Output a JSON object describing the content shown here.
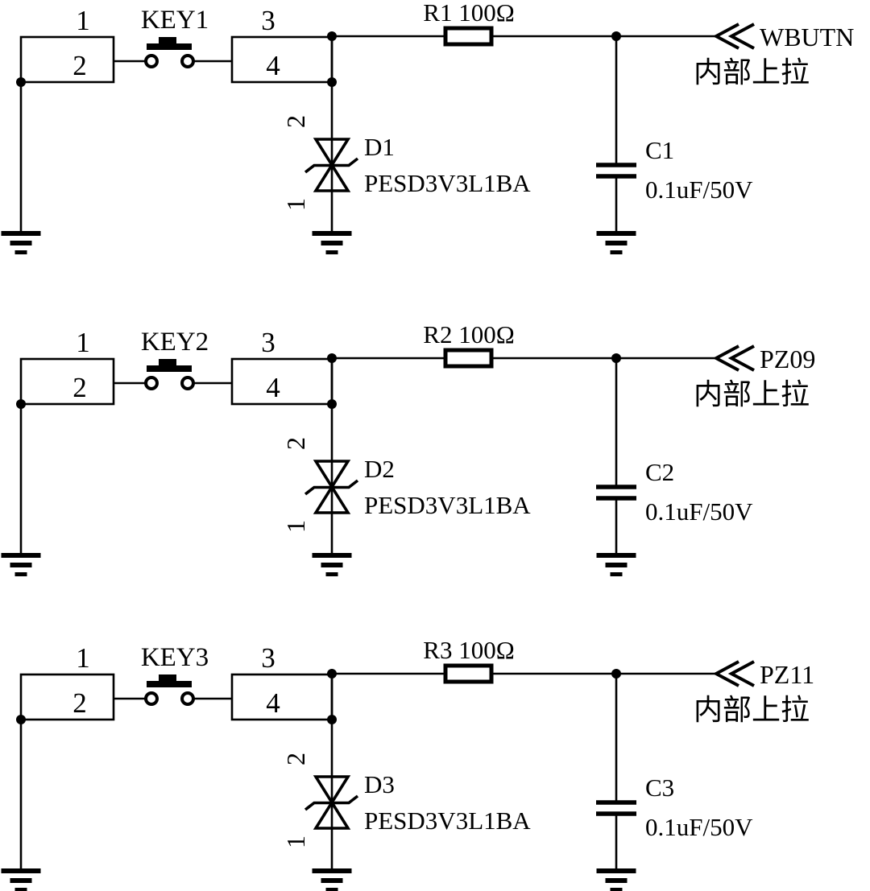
{
  "page": {
    "background": "#ffffff",
    "ink": "#000000",
    "description": "Three push-button input circuits with ESD protection"
  },
  "circuits": [
    {
      "key_label": "KEY1",
      "pins": {
        "p1": "1",
        "p2": "2",
        "p3": "3",
        "p4": "4"
      },
      "resistor": {
        "label": "R1 100Ω"
      },
      "diode": {
        "ref": "D1",
        "part": "PESD3V3L1BA",
        "pin_top": "2",
        "pin_bottom": "1"
      },
      "capacitor": {
        "ref": "C1",
        "value": "0.1uF/50V"
      },
      "signal": {
        "name": "WBUTN",
        "note": "内部上拉",
        "port_symbol": "double-chevron-left"
      }
    },
    {
      "key_label": "KEY2",
      "pins": {
        "p1": "1",
        "p2": "2",
        "p3": "3",
        "p4": "4"
      },
      "resistor": {
        "label": "R2 100Ω"
      },
      "diode": {
        "ref": "D2",
        "part": "PESD3V3L1BA",
        "pin_top": "2",
        "pin_bottom": "1"
      },
      "capacitor": {
        "ref": "C2",
        "value": "0.1uF/50V"
      },
      "signal": {
        "name": "PZ09",
        "note": "内部上拉",
        "port_symbol": "double-chevron-left"
      }
    },
    {
      "key_label": "KEY3",
      "pins": {
        "p1": "1",
        "p2": "2",
        "p3": "3",
        "p4": "4"
      },
      "resistor": {
        "label": "R3 100Ω"
      },
      "diode": {
        "ref": "D3",
        "part": "PESD3V3L1BA",
        "pin_top": "2",
        "pin_bottom": "1"
      },
      "capacitor": {
        "ref": "C3",
        "value": "0.1uF/50V"
      },
      "signal": {
        "name": "PZ11",
        "note": "内部上拉",
        "port_symbol": "double-chevron-left"
      }
    }
  ]
}
